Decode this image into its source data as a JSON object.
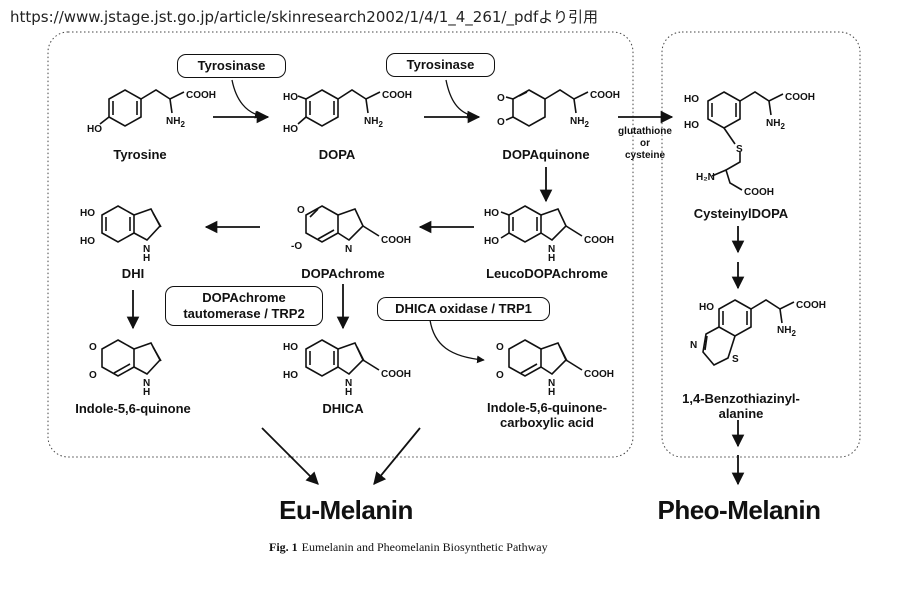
{
  "source_note": "https://www.jstage.jst.go.jp/article/skinresearch2002/1/4/1_4_261/_pdfより引用",
  "enzymes": {
    "tyrosinase_1": "Tyrosinase",
    "tyrosinase_2": "Tyrosinase",
    "dopachrome_tautomerase": [
      "DOPAchrome",
      "tautomerase / TRP2"
    ],
    "dhica_oxidase": "DHICA oxidase / TRP1"
  },
  "compounds": {
    "tyrosine": "Tyrosine",
    "dopa": "DOPA",
    "dopaquinone": "DOPAquinone",
    "leucodopachrome": "LeucoDOPAchrome",
    "dopachrome": "DOPAchrome",
    "dhi": "DHI",
    "indole_quinone": "Indole-5,6-quinone",
    "dhica": "DHICA",
    "indole_quinone_carboxylic": [
      "Indole-5,6-quinone-",
      "carboxylic acid"
    ],
    "cysteinyldopa": "CysteinylDOPA",
    "benzothiazinylalanine": [
      "1,4-Benzothiazinyl-",
      "alanine"
    ]
  },
  "conditions": {
    "glutathione": [
      "glutathione",
      "or",
      "cysteine"
    ]
  },
  "products": {
    "eumelanin": "Eu-Melanin",
    "pheomelanin": "Pheo-Melanin"
  },
  "figure_caption": {
    "number": "Fig. 1",
    "text": "Eumelanin and Pheomelanin Biosynthetic Pathway"
  },
  "chemical_text": {
    "cooh": "COOH",
    "nh2": "NH",
    "nh2_sub": "2",
    "ho": "HO",
    "o": "O",
    "o_minus": "-O",
    "n": "N",
    "h": "H",
    "s": "S",
    "h2n": "H₂N"
  }
}
